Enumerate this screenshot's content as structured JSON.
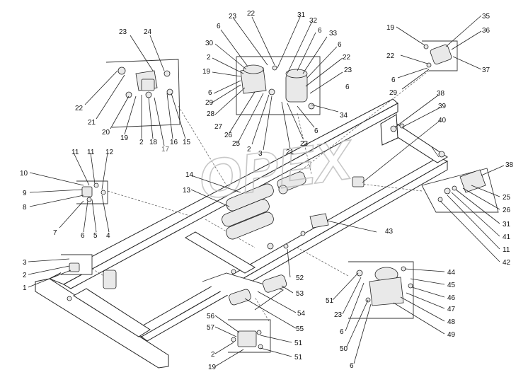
{
  "watermark": "OPEX",
  "labels": [
    {
      "id": "l1",
      "t": "23"
    },
    {
      "id": "l2",
      "t": "24"
    },
    {
      "id": "l3",
      "t": "22"
    },
    {
      "id": "l4",
      "t": "21"
    },
    {
      "id": "l5",
      "t": "20"
    },
    {
      "id": "l6",
      "t": "19"
    },
    {
      "id": "l7",
      "t": "2"
    },
    {
      "id": "l8",
      "t": "18"
    },
    {
      "id": "l9",
      "t": "17"
    },
    {
      "id": "l10",
      "t": "16"
    },
    {
      "id": "l11",
      "t": "15"
    },
    {
      "id": "l12",
      "t": "6"
    },
    {
      "id": "l13",
      "t": "23"
    },
    {
      "id": "l14",
      "t": "22"
    },
    {
      "id": "l15",
      "t": "31"
    },
    {
      "id": "l16",
      "t": "32"
    },
    {
      "id": "l17",
      "t": "6"
    },
    {
      "id": "l18",
      "t": "33"
    },
    {
      "id": "l19",
      "t": "6"
    },
    {
      "id": "l20",
      "t": "22"
    },
    {
      "id": "l21",
      "t": "23"
    },
    {
      "id": "l22",
      "t": "6"
    },
    {
      "id": "l23",
      "t": "34"
    },
    {
      "id": "l24",
      "t": "6"
    },
    {
      "id": "l25",
      "t": "23"
    },
    {
      "id": "l26",
      "t": "21"
    },
    {
      "id": "l27",
      "t": "3"
    },
    {
      "id": "l28",
      "t": "2"
    },
    {
      "id": "l29",
      "t": "25"
    },
    {
      "id": "l30",
      "t": "26"
    },
    {
      "id": "l31",
      "t": "27"
    },
    {
      "id": "l32",
      "t": "28"
    },
    {
      "id": "l33",
      "t": "29"
    },
    {
      "id": "l34",
      "t": "6"
    },
    {
      "id": "l35",
      "t": "19"
    },
    {
      "id": "l36",
      "t": "2"
    },
    {
      "id": "l37",
      "t": "30"
    },
    {
      "id": "l38",
      "t": "35"
    },
    {
      "id": "l39",
      "t": "36"
    },
    {
      "id": "l40",
      "t": "37"
    },
    {
      "id": "l41",
      "t": "19"
    },
    {
      "id": "l42",
      "t": "22"
    },
    {
      "id": "l43",
      "t": "6"
    },
    {
      "id": "l44",
      "t": "29"
    },
    {
      "id": "l45",
      "t": "38"
    },
    {
      "id": "l46",
      "t": "39"
    },
    {
      "id": "l47",
      "t": "40"
    },
    {
      "id": "l48",
      "t": "10"
    },
    {
      "id": "l49",
      "t": "11"
    },
    {
      "id": "l50",
      "t": "11"
    },
    {
      "id": "l51",
      "t": "12"
    },
    {
      "id": "l52",
      "t": "9"
    },
    {
      "id": "l53",
      "t": "8"
    },
    {
      "id": "l54",
      "t": "7"
    },
    {
      "id": "l55",
      "t": "6"
    },
    {
      "id": "l56",
      "t": "5"
    },
    {
      "id": "l57",
      "t": "4"
    },
    {
      "id": "l58",
      "t": "14"
    },
    {
      "id": "l59",
      "t": "13"
    },
    {
      "id": "l60",
      "t": "38"
    },
    {
      "id": "l61",
      "t": "25"
    },
    {
      "id": "l62",
      "t": "26"
    },
    {
      "id": "l63",
      "t": "31"
    },
    {
      "id": "l64",
      "t": "41"
    },
    {
      "id": "l65",
      "t": "11"
    },
    {
      "id": "l66",
      "t": "42"
    },
    {
      "id": "l67",
      "t": "43"
    },
    {
      "id": "l68",
      "t": "3"
    },
    {
      "id": "l69",
      "t": "2"
    },
    {
      "id": "l70",
      "t": "1"
    },
    {
      "id": "l71",
      "t": "52"
    },
    {
      "id": "l72",
      "t": "53"
    },
    {
      "id": "l73",
      "t": "54"
    },
    {
      "id": "l74",
      "t": "55"
    },
    {
      "id": "l75",
      "t": "56"
    },
    {
      "id": "l76",
      "t": "57"
    },
    {
      "id": "l77",
      "t": "51"
    },
    {
      "id": "l78",
      "t": "2"
    },
    {
      "id": "l79",
      "t": "51"
    },
    {
      "id": "l80",
      "t": "19"
    },
    {
      "id": "l81",
      "t": "44"
    },
    {
      "id": "l82",
      "t": "45"
    },
    {
      "id": "l83",
      "t": "46"
    },
    {
      "id": "l84",
      "t": "47"
    },
    {
      "id": "l85",
      "t": "48"
    },
    {
      "id": "l86",
      "t": "49"
    },
    {
      "id": "l87",
      "t": "51"
    },
    {
      "id": "l88",
      "t": "23"
    },
    {
      "id": "l89",
      "t": "6"
    },
    {
      "id": "l90",
      "t": "50"
    },
    {
      "id": "l91",
      "t": "6"
    }
  ]
}
